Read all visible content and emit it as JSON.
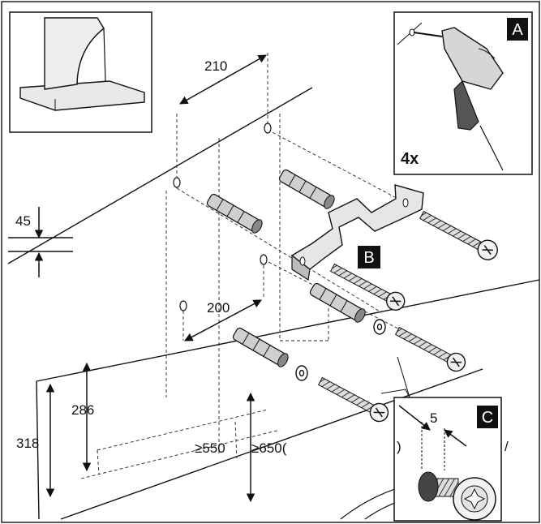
{
  "dimensions": {
    "d210": "210",
    "d45": "45",
    "d200": "200",
    "d286": "286",
    "d318": "318",
    "d550": "≥550",
    "d650": "≥650(",
    "d5": "5"
  },
  "inset_a": {
    "badge": "A",
    "count": "4x"
  },
  "labels": {
    "b": "B",
    "c": "C"
  },
  "stray": {
    "paren_right": ")",
    "slash": "/"
  }
}
